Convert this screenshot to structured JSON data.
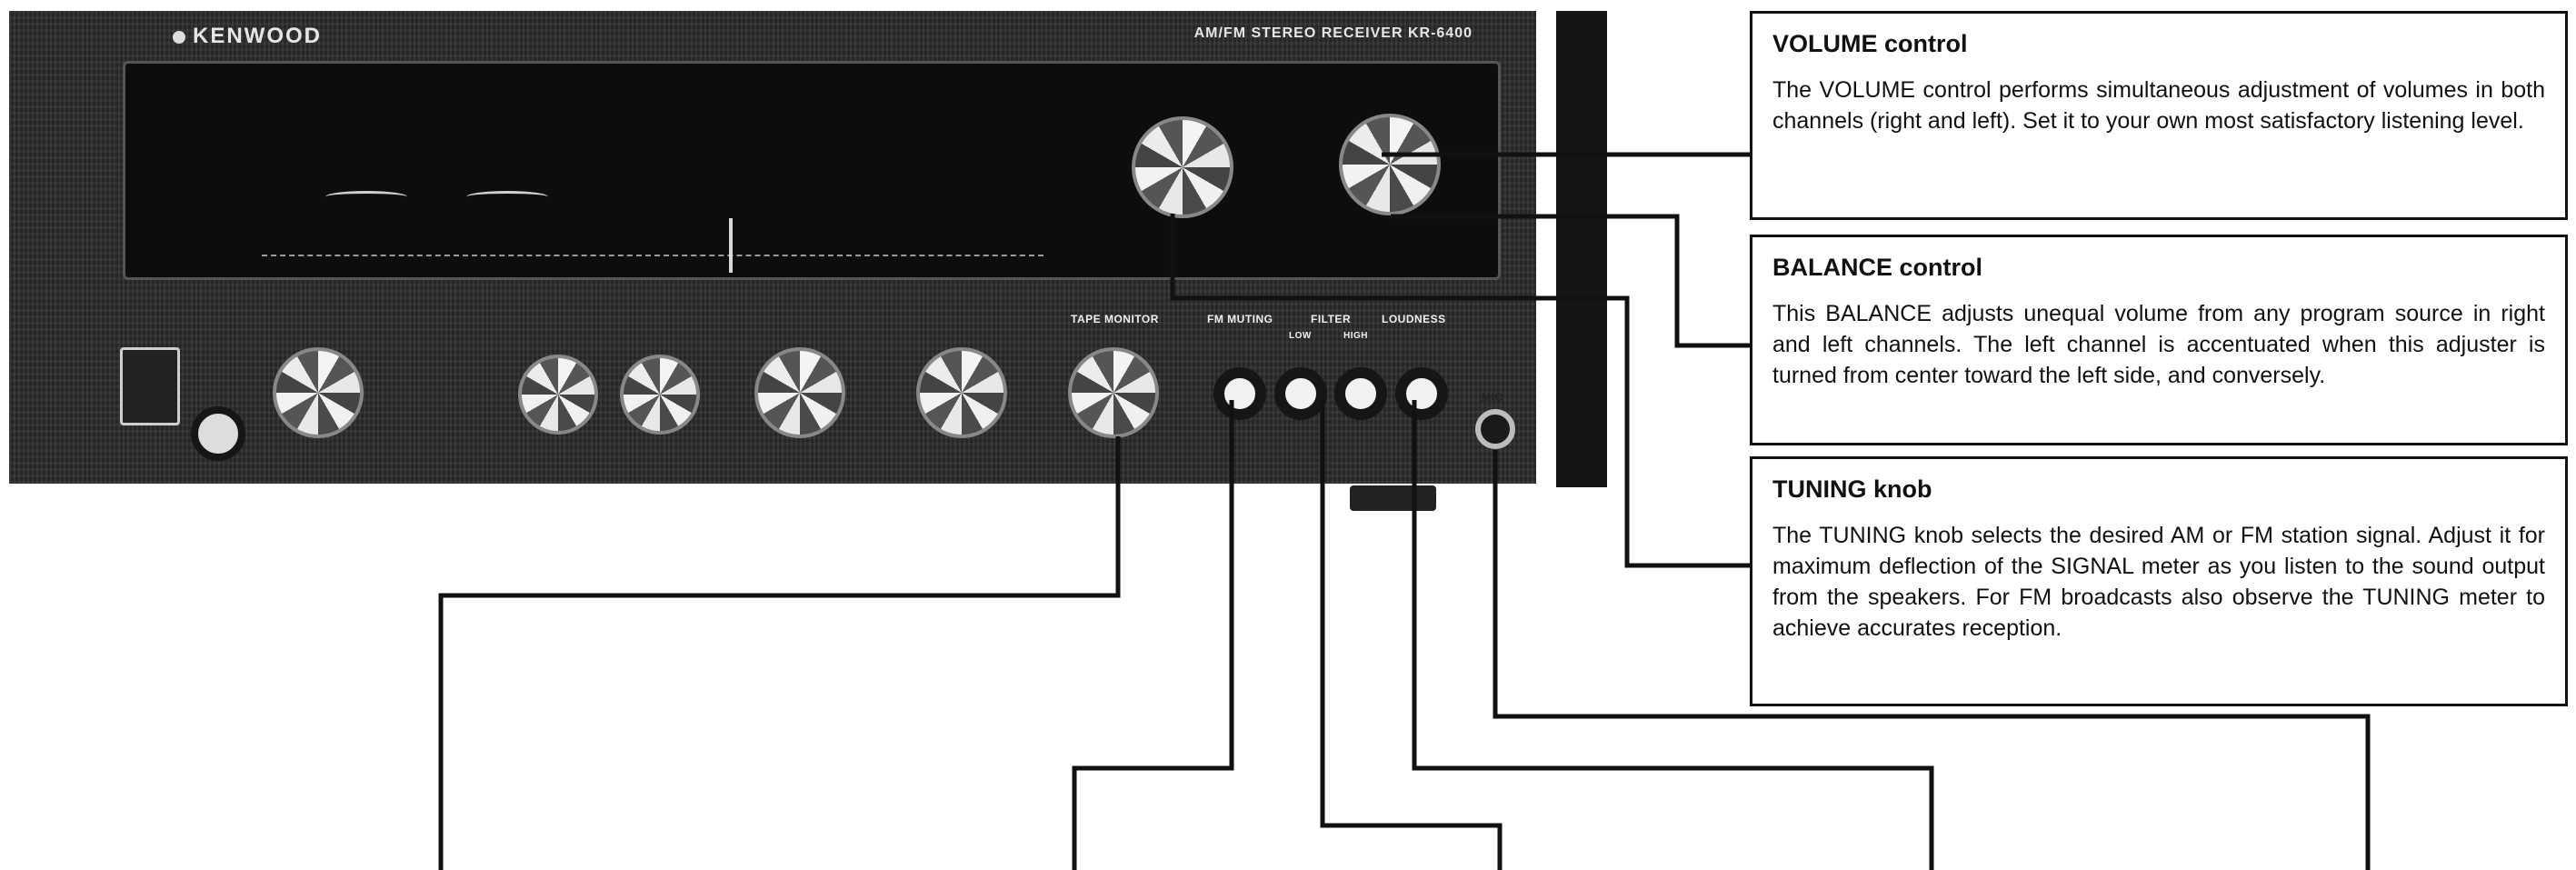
{
  "receiver": {
    "brand": "KENWOOD",
    "model": "AM/FM STEREO RECEIVER KR-6400",
    "labels": {
      "tape_monitor": "TAPE MONITOR",
      "fm_muting": "FM MUTING",
      "filter": "FILTER",
      "low": "LOW",
      "high": "HIGH",
      "loudness": "LOUDNESS",
      "mic": "MIC"
    }
  },
  "callouts": [
    {
      "title": "VOLUME control",
      "body": "The VOLUME control performs simultaneous adjustment of volumes in both channels (right and left). Set it to your own most satisfactory listening level."
    },
    {
      "title": "BALANCE control",
      "body": "This BALANCE adjusts unequal volume from any program source in right and left channels. The left channel is accentuated when this adjuster is turned from center toward the left side, and conversely."
    },
    {
      "title": "TUNING knob",
      "body": "The TUNING knob selects the desired AM or FM station signal. Adjust it for maximum deflection of the SIGNAL meter as you listen to the sound output from the speakers. For FM broadcasts also observe the TUNING meter to achieve accurates reception."
    }
  ]
}
